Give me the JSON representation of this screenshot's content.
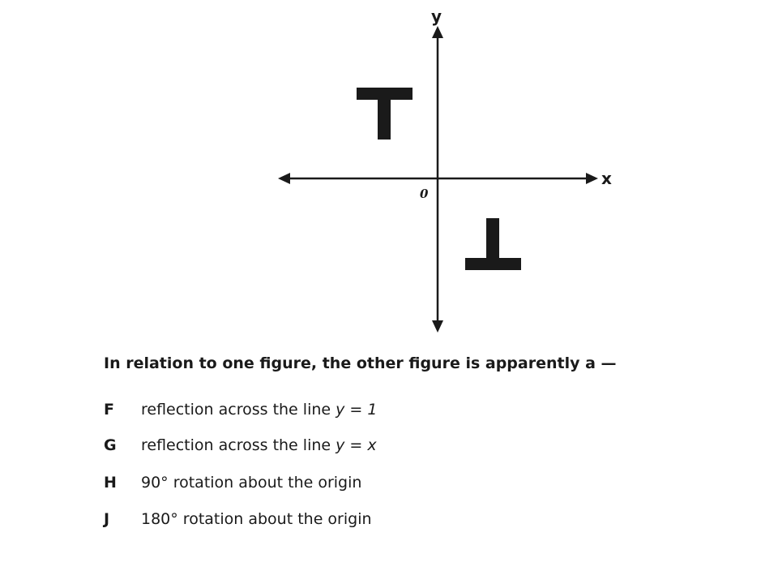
{
  "figure": {
    "y_axis_label": "y",
    "x_axis_label": "x",
    "origin_label": "0"
  },
  "question": {
    "text": "In relation to one figure, the other figure is apparently a —"
  },
  "choices": [
    {
      "letter": "F",
      "text": "reflection across the line ",
      "math": "y = 1"
    },
    {
      "letter": "G",
      "text": "reflection across the line ",
      "math": "y = x"
    },
    {
      "letter": "H",
      "text": "90° rotation about the origin",
      "math": ""
    },
    {
      "letter": "J",
      "text": "180° rotation about the origin",
      "math": ""
    }
  ]
}
